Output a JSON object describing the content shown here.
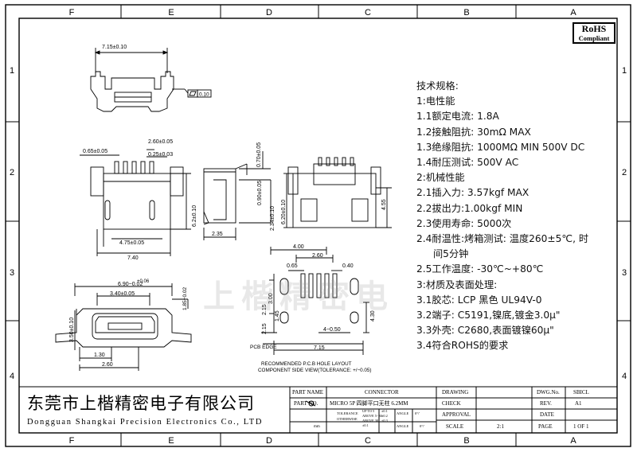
{
  "frame": {
    "cols": [
      "F",
      "E",
      "D",
      "C",
      "B",
      "A"
    ],
    "rows": [
      "1",
      "2",
      "3",
      "4"
    ]
  },
  "rohs": {
    "line1": "RoHS",
    "line2": "Compliant"
  },
  "specs": {
    "title": "技术规格:",
    "lines": [
      "1:电性能",
      "1.1额定电流: 1.8A",
      "1.2接触阻抗: 30mΩ MAX",
      "1.3绝缘阻抗: 1000MΩ MIN 500V DC",
      "1.4耐压测试: 500V AC",
      "2:机械性能",
      "2.1插入力: 3.57kgf MAX",
      "2.2拔出力:1.00kgf MIN",
      "2.3使用寿命: 5000次",
      "2.4耐温性:烤箱测试: 温度260±5℃, 时",
      "间5分钟",
      "2.5工作温度: -30℃~+80℃",
      "3:材质及表面处理:",
      "3.1胶芯: LCP 黑色 UL94V-0",
      "3.2端子: C5191,镍底,镀金3.0μ\"",
      "3.3外壳: C2680,表面镀镍60μ\"",
      "3.4符合ROHS的要求"
    ]
  },
  "dimensions": {
    "top_width": "7.15±0.10",
    "flatness": "0.10",
    "pitch_pin": "0.65±0.05",
    "pin_span": "2.60±0.05",
    "pin_width": "0.25±0.03",
    "height_62": "6.2±0.10",
    "tail_475": "4.75±0.05",
    "width_740": "7.40",
    "side_070": "0.70±0.05",
    "side_090": "0.90±0.05",
    "side_234": "2.34±0.10",
    "side_235": "2.35",
    "right_620": "6.20±0.10",
    "right_455": "4.55",
    "front_006": "+0.06",
    "front_690": "6.90−0.02",
    "front_340": "3.40±0.05",
    "front_185": "1.85−0.02",
    "front_350": "3.50±0.10",
    "front_130": "1.30",
    "front_260": "2.60",
    "pcb_400": "4.00",
    "pcb_260": "2.60",
    "pcb_065": "0.65",
    "pcb_040": "0.40",
    "pcb_300": "3.00",
    "pcb_215a": "2.15",
    "pcb_215b": "2.15",
    "pcb_145": "1.45",
    "pcb_430": "4.30",
    "pcb_hole": "4−0.50",
    "pcb_715": "7.15",
    "pcb_edge": "PCB EDGE",
    "note_line1": "RECOMMENDED P.C.B HOLE LAYOUT",
    "note_line2": "COMPONENT SIDE VIEW(TOLERANCE: +/−0.05)"
  },
  "company": {
    "cn": "东莞市上楷精密电子有限公司",
    "en": "Dongguan Shangkai Precision Electronics Co., LTD"
  },
  "watermark": "上楷精密电",
  "titleblock": {
    "part_name_label": "PART NAME",
    "part_name_value": "CONNECTOR",
    "part_no_label": "PART NO.",
    "part_no_value": "MICRO 5P 四脚平口无柱 6.2MM",
    "tolerance": "TOLERANCE",
    "otherwise": "OTHERWISE",
    "up_to": "UP TO 5",
    "above5": "ABOVE 5−30",
    "above30": "ABOVE 30",
    "tol1": "±0.1",
    "tol2": "±0.2",
    "tol3": "±0.3",
    "angle": "ANGLE",
    "angle_val": "0°/′",
    "mm": "mm",
    "drawing": "DRAWING",
    "check": "CHECK",
    "approval": "APPROVAL",
    "scale": "SCALE",
    "scale_val": "2:1",
    "dwg_no": "DWG.No.",
    "dwg_no_val": "SBICL",
    "rev": "REV.",
    "rev_val": "A1",
    "date": "DATE",
    "page": "PAGE",
    "page_val": "1 OF 1"
  }
}
